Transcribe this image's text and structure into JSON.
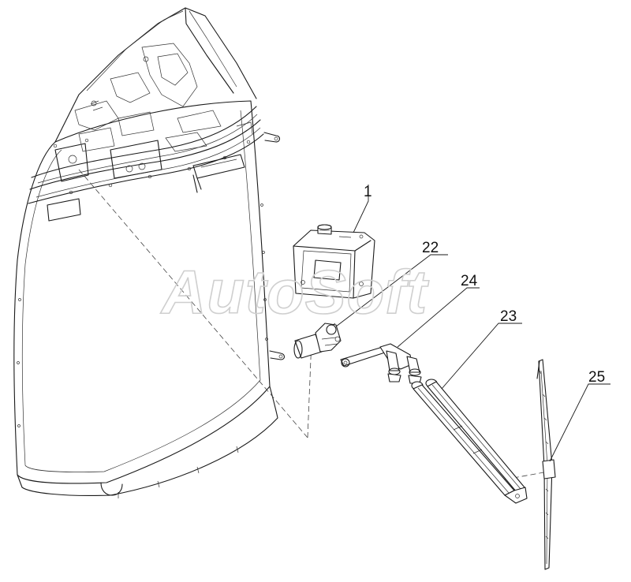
{
  "watermark": {
    "text": "AutoSoft"
  },
  "callouts": [
    {
      "id": "1",
      "label": "1"
    },
    {
      "id": "22",
      "label": "22"
    },
    {
      "id": "24",
      "label": "24"
    },
    {
      "id": "23",
      "label": "23"
    },
    {
      "id": "25",
      "label": "25"
    }
  ]
}
